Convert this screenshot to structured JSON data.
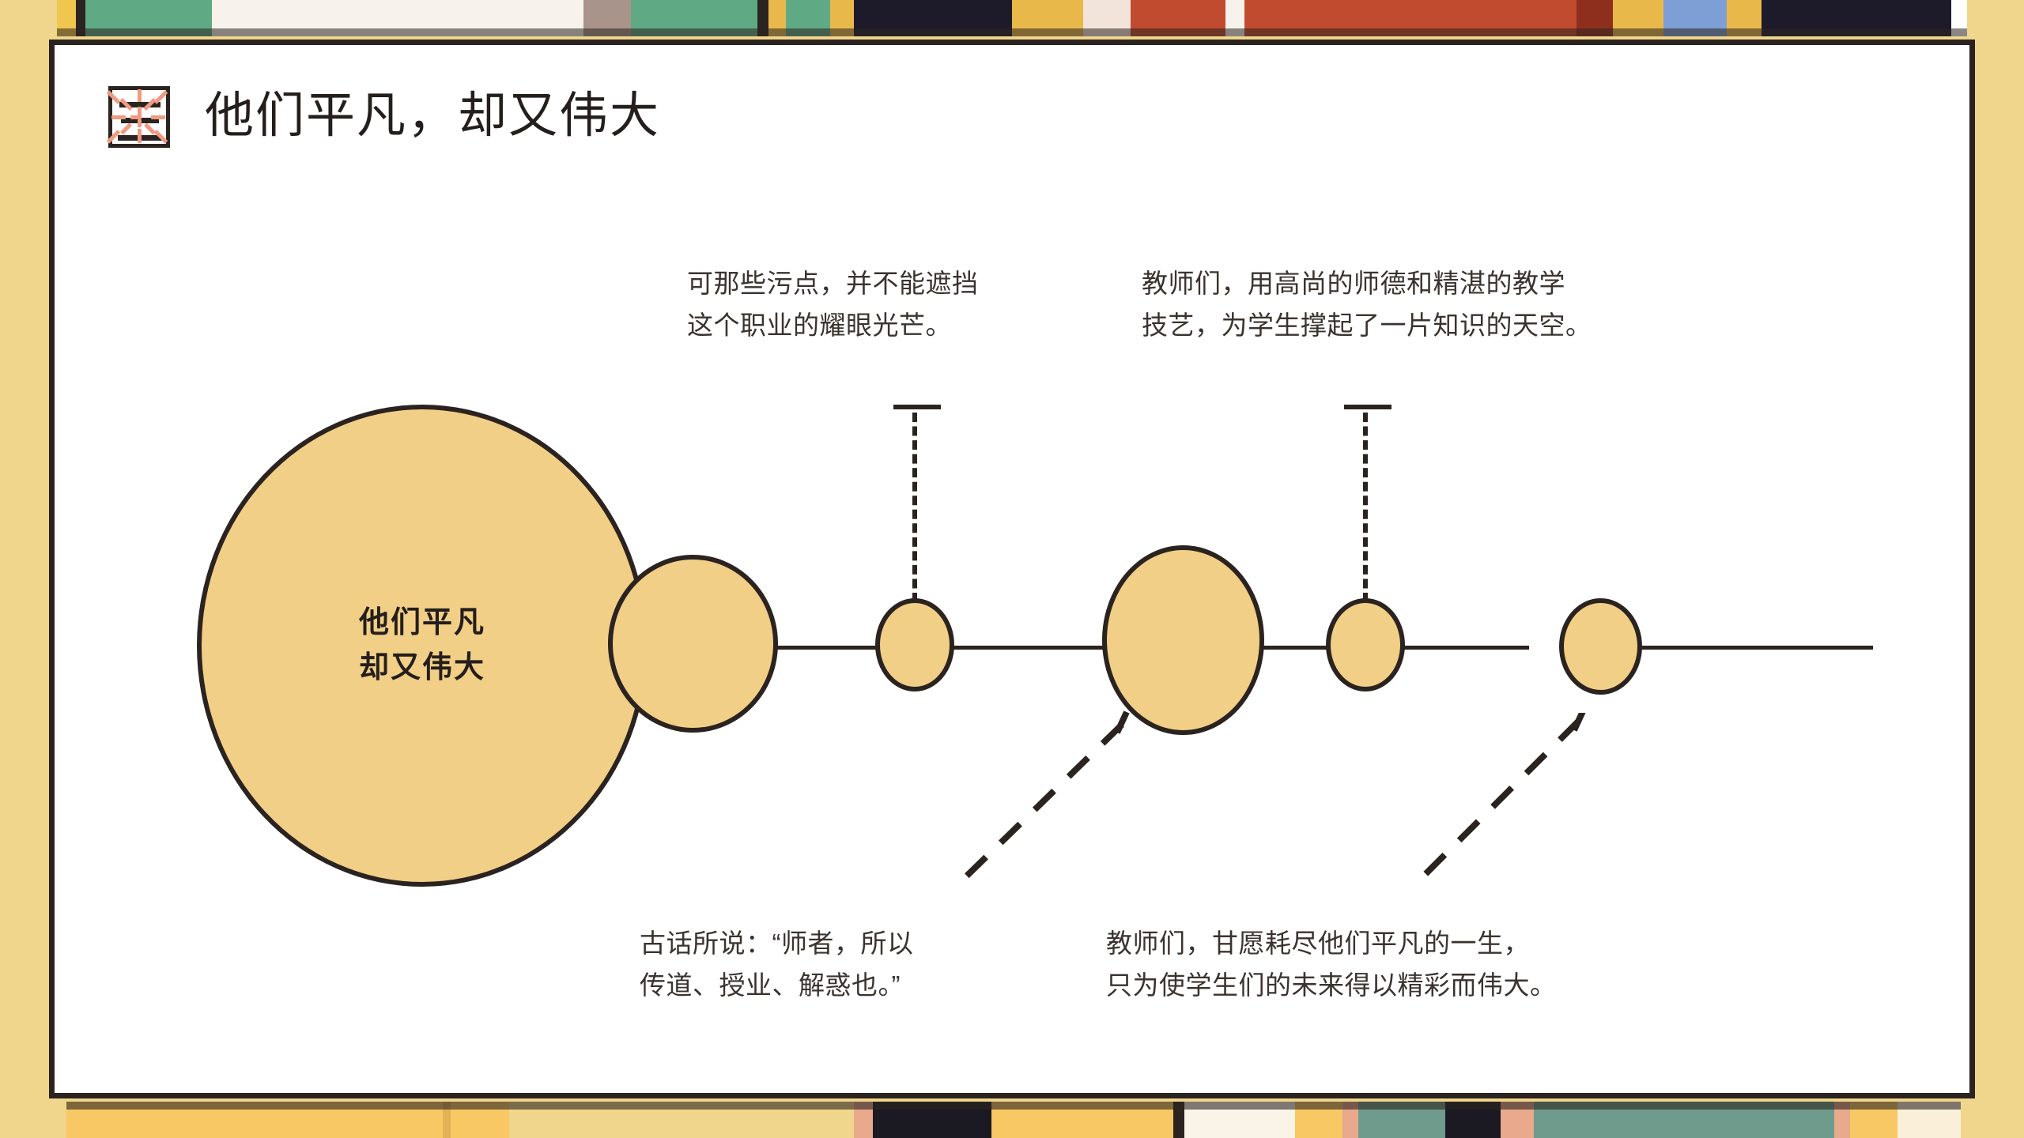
{
  "slide": {
    "frame_color": "#F0D58C",
    "card_border_color": "#2A2320",
    "accent_color": "#F2CF86",
    "ray_color": "#F09A80",
    "ink_color": "#241E1C"
  },
  "header": {
    "badge_icon": "three-strokes-badge-icon",
    "badge_glyph": "三",
    "title": "他们平凡，却又伟大"
  },
  "diagram": {
    "type": "timeline",
    "hub": {
      "label_line1": "他们平凡",
      "label_line2": "却又伟大"
    },
    "nodes": [
      {
        "name": "hub-node",
        "size": "xlarge"
      },
      {
        "name": "hub-satellite-node",
        "size": "medium"
      },
      {
        "name": "node-1",
        "size": "small"
      },
      {
        "name": "node-2",
        "size": "large"
      },
      {
        "name": "node-3",
        "size": "small"
      },
      {
        "name": "node-4",
        "size": "small"
      }
    ],
    "callouts": [
      {
        "id": "callout-top-left",
        "position": "above",
        "text": "可那些污点，并不能遮挡\n这个职业的耀眼光芒。"
      },
      {
        "id": "callout-top-right",
        "position": "above",
        "text": "教师们，用高尚的师德和精湛的教学\n技艺，为学生撑起了一片知识的天空。"
      },
      {
        "id": "callout-bottom-left",
        "position": "below",
        "text": "古话所说：“师者，所以\n传道、授业、解惑也。”"
      },
      {
        "id": "callout-bottom-right",
        "position": "below",
        "text": "教师们，甘愿耗尽他们平凡的一生，\n只为使学生们的未来得以精彩而伟大。"
      }
    ]
  }
}
